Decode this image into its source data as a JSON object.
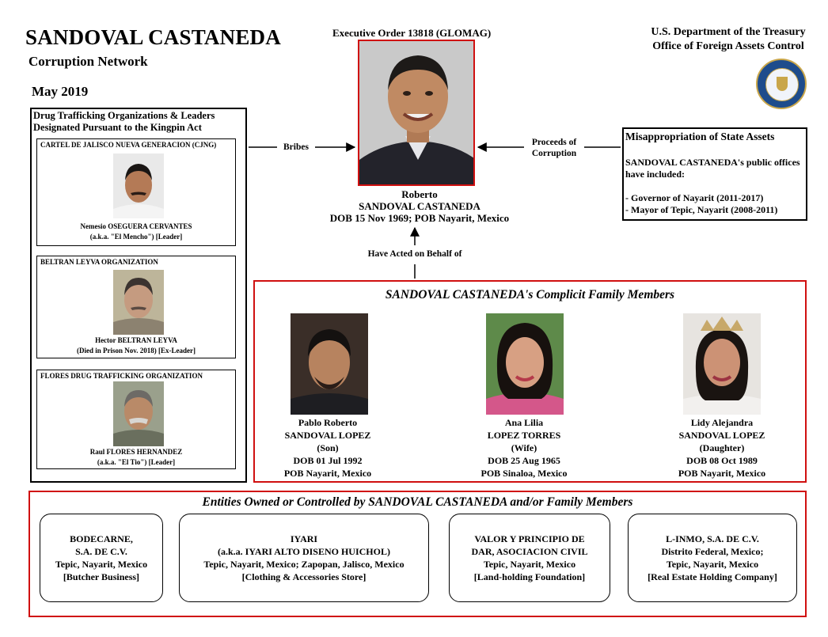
{
  "header": {
    "title": "SANDOVAL CASTANEDA",
    "subtitle": "Corruption Network",
    "date": "May 2019",
    "executive_order": "Executive Order 13818 (GLOMAG)",
    "agency_line1": "U.S. Department of the Treasury",
    "agency_line2": "Office of Foreign Assets Control"
  },
  "central_person": {
    "first_name": "Roberto",
    "surname": "SANDOVAL CASTANEDA",
    "details": "DOB 15 Nov 1969; POB Nayarit, Mexico"
  },
  "kingpin_box": {
    "heading": "Drug Trafficking Organizations & Leaders Designated Pursuant to the Kingpin Act",
    "orgs": [
      {
        "name": "CARTEL DE JALISCO NUEVA GENERACION (CJNG)",
        "person": "Nemesio OSEGUERA CERVANTES",
        "note": "(a.k.a. \"El Mencho\") [Leader]"
      },
      {
        "name": "BELTRAN LEYVA ORGANIZATION",
        "person": "Hector BELTRAN LEYVA",
        "note": "(Died in Prison Nov. 2018) [Ex-Leader]"
      },
      {
        "name": "FLORES DRUG TRAFFICKING ORGANIZATION",
        "person": "Raul FLORES HERNANDEZ",
        "note": "(a.k.a. \"El Tio\") [Leader]"
      }
    ]
  },
  "state_assets_box": {
    "title": "Misappropriation of State Assets",
    "intro": "SANDOVAL CASTANEDA's public offices have included:",
    "offices": [
      "- Governor of Nayarit (2011-2017)",
      "- Mayor of Tepic, Nayarit (2008-2011)"
    ]
  },
  "arrows": {
    "bribes": "Bribes",
    "proceeds_line1": "Proceeds of",
    "proceeds_line2": "Corruption",
    "behalf": "Have Acted on Behalf of"
  },
  "family": {
    "title": "SANDOVAL CASTANEDA's Complicit Family Members",
    "members": [
      {
        "first": "Pablo Roberto",
        "surname": "SANDOVAL LOPEZ",
        "relation": "(Son)",
        "dob": "DOB 01 Jul 1992",
        "pob": "POB Nayarit, Mexico"
      },
      {
        "first": "Ana Lilia",
        "surname": "LOPEZ TORRES",
        "relation": "(Wife)",
        "dob": "DOB 25 Aug 1965",
        "pob": "POB Sinaloa, Mexico"
      },
      {
        "first": "Lidy Alejandra",
        "surname": "SANDOVAL LOPEZ",
        "relation": "(Daughter)",
        "dob": "DOB 08 Oct 1989",
        "pob": "POB Nayarit, Mexico"
      }
    ]
  },
  "entities": {
    "title": "Entities Owned or Controlled by SANDOVAL CASTANEDA and/or Family Members",
    "items": [
      {
        "lines": [
          "BODECARNE,",
          "S.A. DE C.V.",
          "Tepic, Nayarit, Mexico",
          "[Butcher Business]"
        ]
      },
      {
        "lines": [
          "IYARI",
          "(a.k.a. IYARI ALTO DISENO HUICHOL)",
          "Tepic, Nayarit, Mexico; Zapopan, Jalisco, Mexico",
          "[Clothing & Accessories Store]"
        ]
      },
      {
        "lines": [
          "VALOR Y PRINCIPIO DE",
          "DAR, ASOCIACION CIVIL",
          "Tepic, Nayarit, Mexico",
          "[Land-holding Foundation]"
        ]
      },
      {
        "lines": [
          "L-INMO, S.A. DE C.V.",
          "Distrito Federal, Mexico;",
          "Tepic, Nayarit, Mexico",
          "[Real Estate Holding Company]"
        ]
      }
    ]
  }
}
